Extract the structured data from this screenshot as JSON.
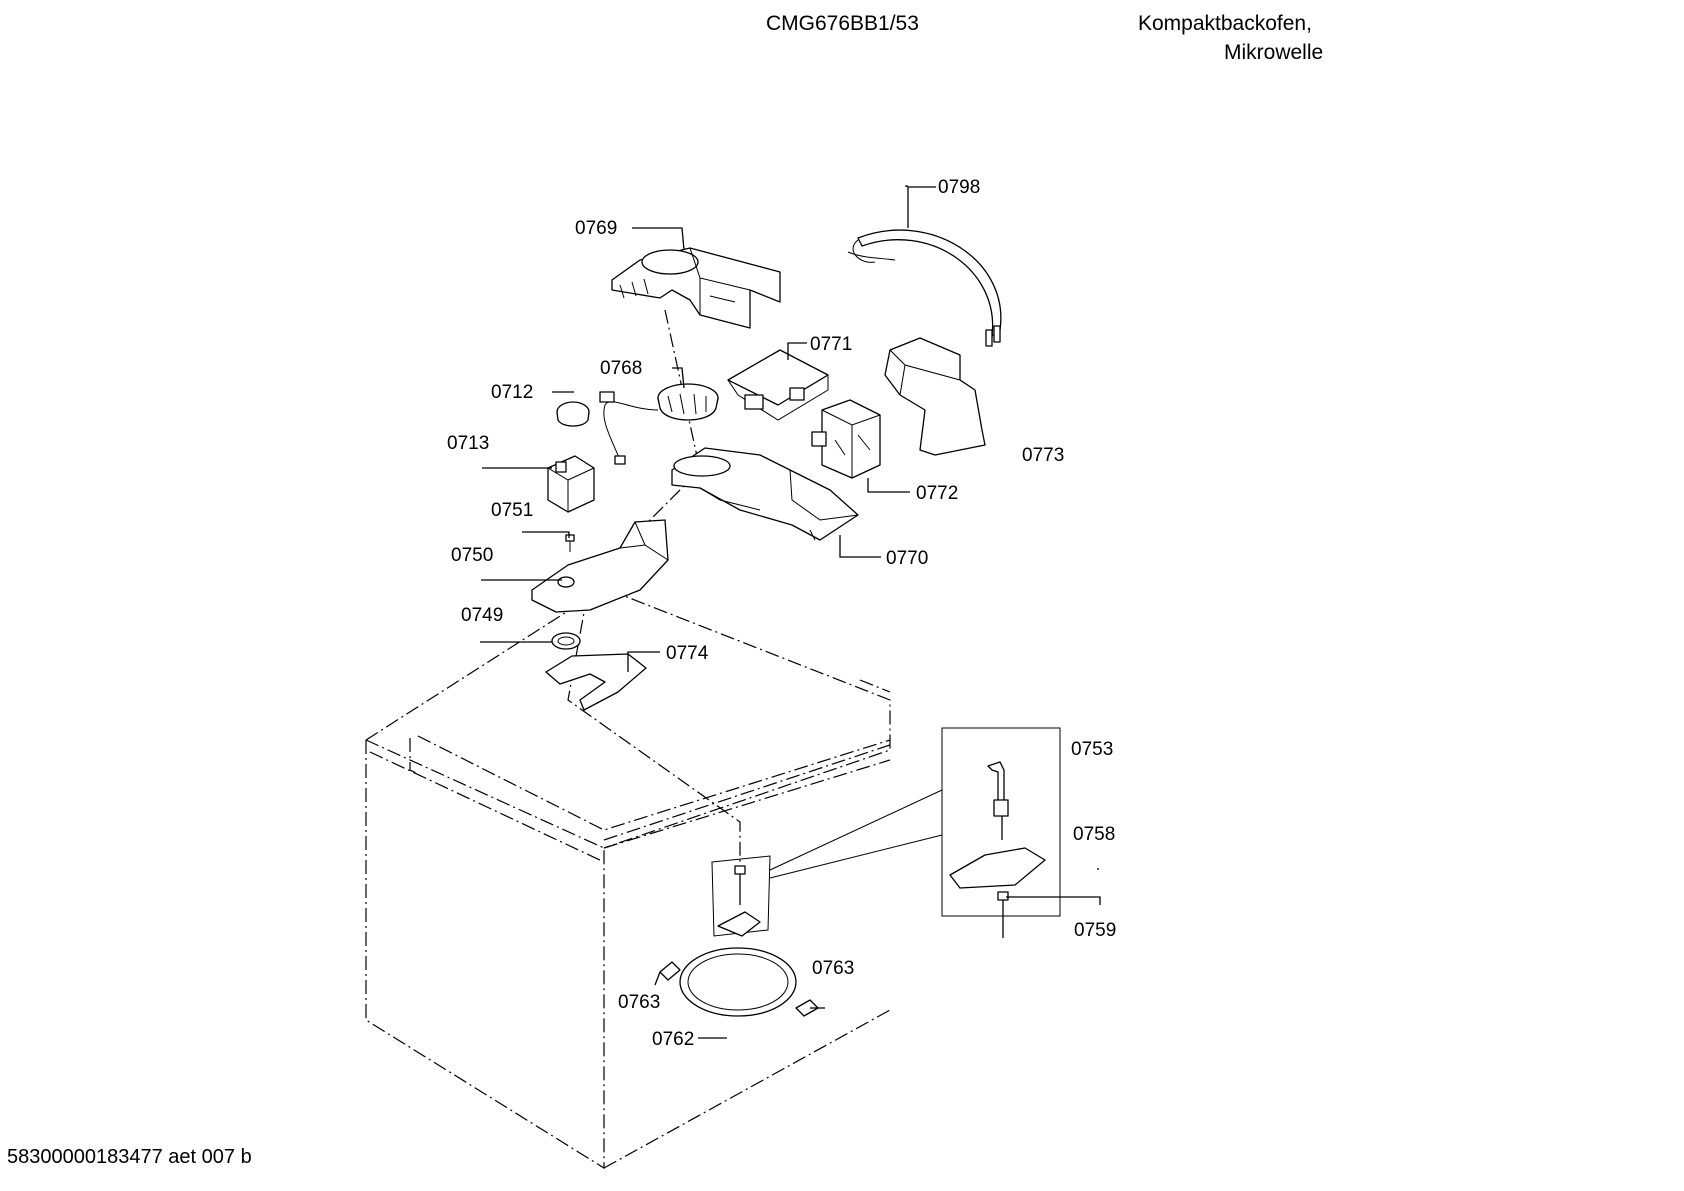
{
  "header": {
    "model": "CMG676BB1/53",
    "description_line1": "Kompaktbackofen,",
    "description_line2": "Mikrowelle"
  },
  "footer": {
    "code": "58300000183477 aet 007 b"
  },
  "parts": [
    {
      "id": "0798"
    },
    {
      "id": "0769"
    },
    {
      "id": "0771"
    },
    {
      "id": "0768"
    },
    {
      "id": "0712"
    },
    {
      "id": "0773"
    },
    {
      "id": "0713"
    },
    {
      "id": "0772"
    },
    {
      "id": "0751"
    },
    {
      "id": "0770"
    },
    {
      "id": "0750"
    },
    {
      "id": "0749"
    },
    {
      "id": "0774"
    },
    {
      "id": "0753"
    },
    {
      "id": "0758"
    },
    {
      "id": "0759"
    },
    {
      "id": "0763"
    },
    {
      "id": "0763"
    },
    {
      "id": "0762"
    }
  ]
}
